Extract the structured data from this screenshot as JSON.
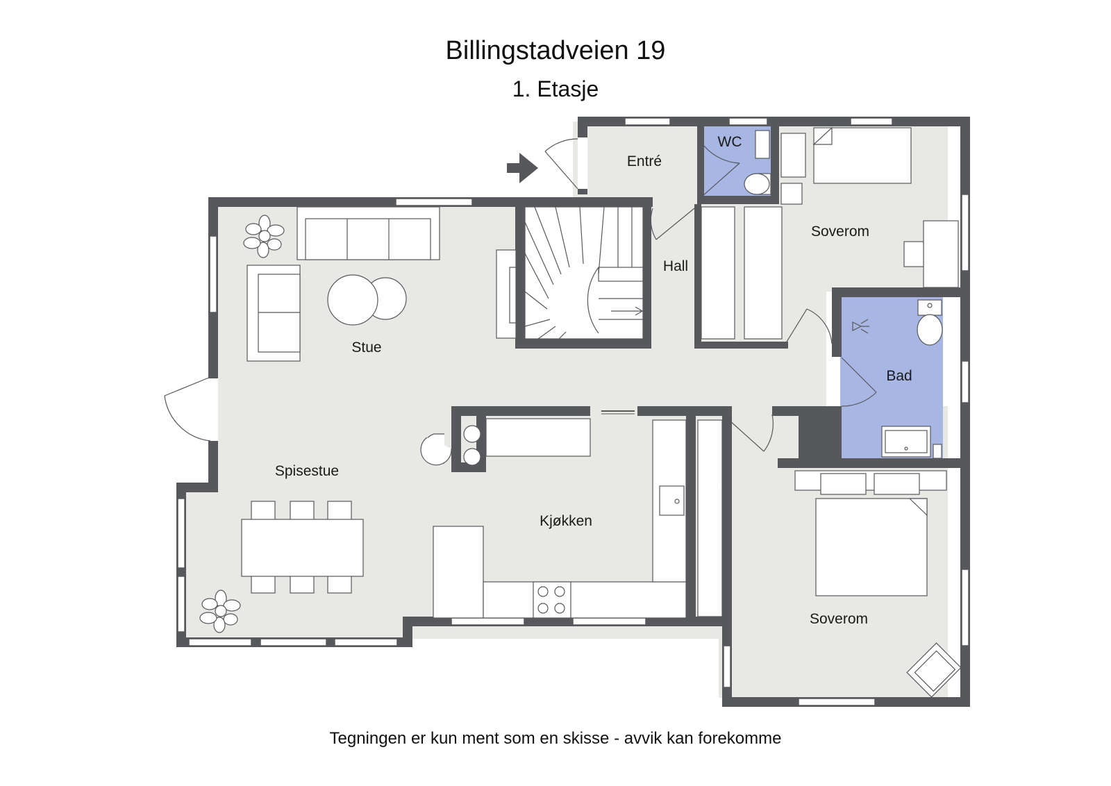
{
  "header": {
    "title": "Billingstadveien 19",
    "subtitle": "1. Etasje"
  },
  "rooms": {
    "entre": "Entré",
    "wc": "WC",
    "soverom_top": "Soverom",
    "hall": "Hall",
    "stue": "Stue",
    "bad": "Bad",
    "spisestue": "Spisestue",
    "kjokken": "Kjøkken",
    "soverom_bottom": "Soverom"
  },
  "footer": {
    "disclaimer": "Tegningen er kun ment som en skisse - avvik kan forekomme"
  },
  "colors": {
    "wall": "#56585c",
    "floor": "#e8e9e4",
    "wet_room": "#a7b6e2",
    "furniture": "#ffffff"
  }
}
